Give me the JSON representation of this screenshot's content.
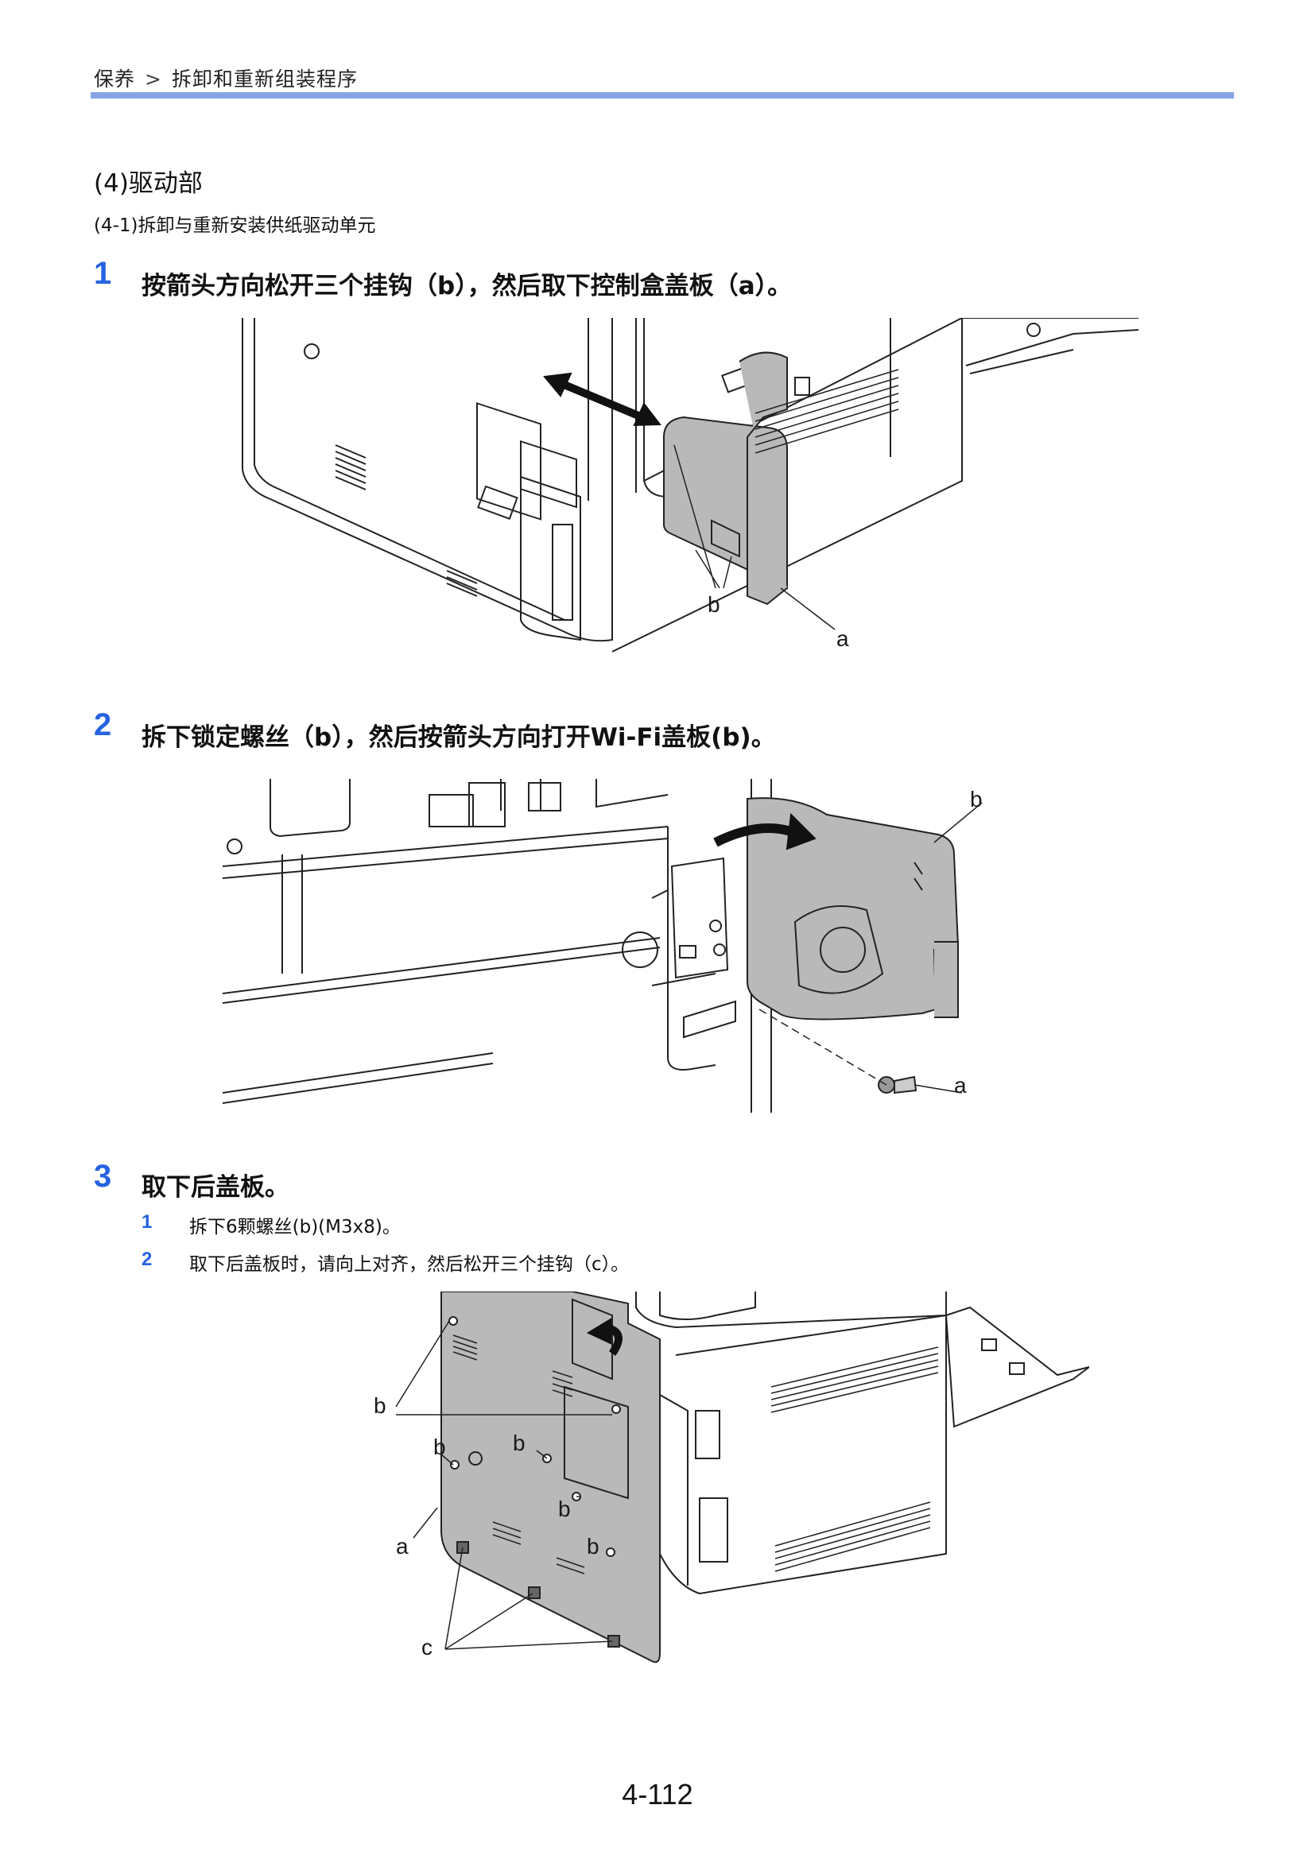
{
  "header": {
    "breadcrumb_part1": "保养",
    "breadcrumb_sep": ">",
    "breadcrumb_part2": "拆卸和重新组装程序"
  },
  "section": {
    "title": "(4)驱动部",
    "subtitle": "(4-1)拆卸与重新安装供纸驱动单元"
  },
  "steps": [
    {
      "number": "1",
      "text": "按箭头方向松开三个挂钩（b），然后取下控制盒盖板（a）。",
      "callouts": {
        "b": "b",
        "a": "a"
      }
    },
    {
      "number": "2",
      "text": "拆下锁定螺丝（b），然后按箭头方向打开Wi-Fi盖板(b)。",
      "callouts": {
        "b": "b",
        "a": "a"
      }
    },
    {
      "number": "3",
      "text": "取下后盖板。",
      "substeps": [
        {
          "number": "1",
          "text": "拆下6颗螺丝(b)(M3x8)。"
        },
        {
          "number": "2",
          "text": "取下后盖板时，请向上对齐，然后松开三个挂钩（c）。"
        }
      ],
      "callouts": {
        "b1": "b",
        "b2": "b",
        "b3": "b",
        "b4": "b",
        "b5": "b",
        "a": "a",
        "c": "c"
      }
    }
  ],
  "page_number": "4-112",
  "colors": {
    "accent_blue": "#2563e0",
    "header_rule": "#86a4e6",
    "panel_gray": "#b9b9b9"
  }
}
